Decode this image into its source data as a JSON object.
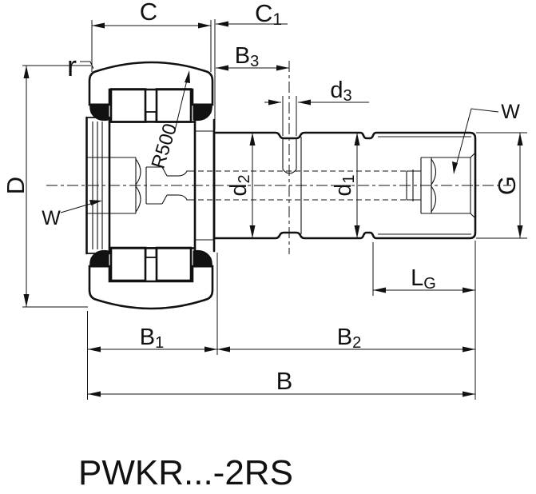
{
  "title": "PWKR...-2RS",
  "colors": {
    "ink": "#111111",
    "background": "#ffffff"
  },
  "labels": {
    "c": "C",
    "c1": {
      "main": "C",
      "sub": "1"
    },
    "b3": {
      "main": "B",
      "sub": "3"
    },
    "d3": {
      "main": "d",
      "sub": "3"
    },
    "r": "r",
    "d_outer": "D",
    "w_left": "W",
    "w_right": "W",
    "r500": "R500",
    "d2": {
      "main": "d",
      "sub": "2"
    },
    "d1": {
      "main": "d",
      "sub": "1"
    },
    "g": "G",
    "lg": {
      "main": "L",
      "sub": "G"
    },
    "b1": {
      "main": "B",
      "sub": "1"
    },
    "b2": {
      "main": "B",
      "sub": "2"
    },
    "b": "B"
  }
}
